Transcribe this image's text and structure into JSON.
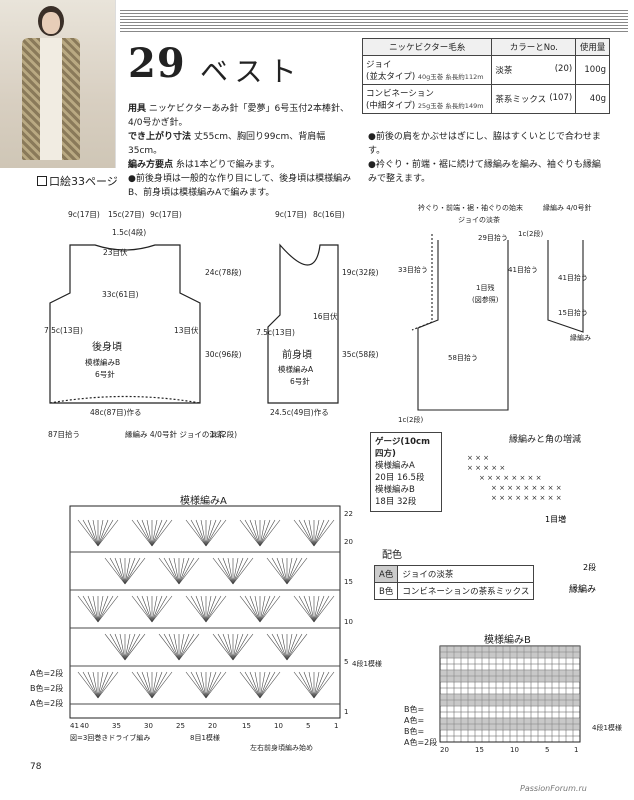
{
  "ref_page": "口絵33ページ",
  "title": {
    "number": "29",
    "name": "ベスト"
  },
  "yarn_table": {
    "headers": [
      "ニッケビクター毛糸",
      "カラーとNo.",
      "使用量"
    ],
    "rows": [
      {
        "yarn": "ジョイ",
        "type": "(並太タイプ)",
        "spec": "40g玉巻 糸長約112m",
        "color": "淡茶",
        "no": "(20)",
        "amount": "100g"
      },
      {
        "yarn": "コンビネーション",
        "type": "(中細タイプ)",
        "spec": "25g玉巻 糸長約149m",
        "color": "茶系ミックス",
        "no": "(107)",
        "amount": "40g"
      }
    ]
  },
  "instructions": {
    "tools_label": "用具",
    "tools": "ニッケビクターあみ針「愛夢」6号玉付2本棒針、4/0号かぎ針。",
    "size_label": "でき上がり寸法",
    "size": "丈55cm、胸回り99cm、背肩幅35cm。",
    "points_label": "編み方要点",
    "points": "糸は1本どりで編みます。",
    "bullet1": "●前後身頃は一般的な作り目にして、後身頃は模様編みB、前身頃は模様編みAで編みます。",
    "bullet2": "●前後の肩をかぶせはぎにし、脇はすくいとじで合わせます。",
    "bullet3": "●衿ぐり・前端・裾に続けて縁編みを編み、袖ぐりも縁編みで整えます。"
  },
  "back": {
    "name": "後身頃",
    "pattern": "模様編みB",
    "needle": "6号針",
    "dims": [
      "9c(17目)",
      "15c(27目)",
      "9c(17目)",
      "1.5c(4段)",
      "23目伏",
      "33c(61目)",
      "7.5c(13目)",
      "13目伏",
      "24c(78段)",
      "30c(96段)",
      "48c(87目)作る",
      "87目拾う"
    ],
    "edge": "縁編み 4/0号針 ジョイの淡茶",
    "edge_cm": "1c(2段)"
  },
  "front": {
    "name": "前身頃",
    "pattern": "模様編みA",
    "needle": "6号針",
    "dims": [
      "9c(17目)",
      "8c(16目)",
      "16目伏",
      "19c(32段)",
      "35c(58段)",
      "7.5c(13目)",
      "24.5c(49目)作る"
    ]
  },
  "edge_detail": {
    "title": "衿ぐり・前端・裾・袖ぐりの始末",
    "labels": [
      "縁編み 4/0号針",
      "ジョイの淡茶",
      "29目拾う",
      "1c(2段)",
      "33目拾う",
      "1目残",
      "(図参照)",
      "41目拾う",
      "15目拾う",
      "58目拾う",
      "41目拾う",
      "1c(2段)",
      "縁編み"
    ]
  },
  "gauge": {
    "title": "ゲージ(10cm四方)",
    "lines": [
      "模様編みA",
      "20目 16.5段",
      "模様編みB",
      "18目 32段"
    ]
  },
  "edge_corner": {
    "title": "縁編みと角の増減",
    "note": "1目増",
    "rep": "2段",
    "label": "縁編み"
  },
  "colors": {
    "title": "配色",
    "rows": [
      {
        "key": "A色",
        "value": "ジョイの淡茶"
      },
      {
        "key": "B色",
        "value": "コンビネーションの茶系ミックス"
      }
    ]
  },
  "pattern_a": {
    "title": "模様編みA",
    "row_numbers": [
      "22",
      "20",
      "15",
      "10",
      "5",
      "1"
    ],
    "col_numbers": [
      "41",
      "40",
      "35",
      "30",
      "25",
      "20",
      "15",
      "10",
      "5",
      "1"
    ],
    "side_labels": [
      "A色=2段",
      "B色=2段",
      "A色=2段"
    ],
    "repeat": "4段1模様",
    "note": "図=3回巻きドライブ編み",
    "rep8": "8目1模様",
    "start": "左右前身頃編み始め"
  },
  "pattern_b": {
    "title": "模様編みB",
    "col_numbers": [
      "20",
      "15",
      "10",
      "5",
      "1"
    ],
    "side_labels": [
      "B色=",
      "A色=",
      "B色=",
      "A色=2段"
    ],
    "repeat": "4段1模様"
  },
  "page_number": "78",
  "credit": "PassionForum.ru",
  "colors_ui": {
    "accent": "#222222",
    "gray": "#cfcfcf"
  }
}
